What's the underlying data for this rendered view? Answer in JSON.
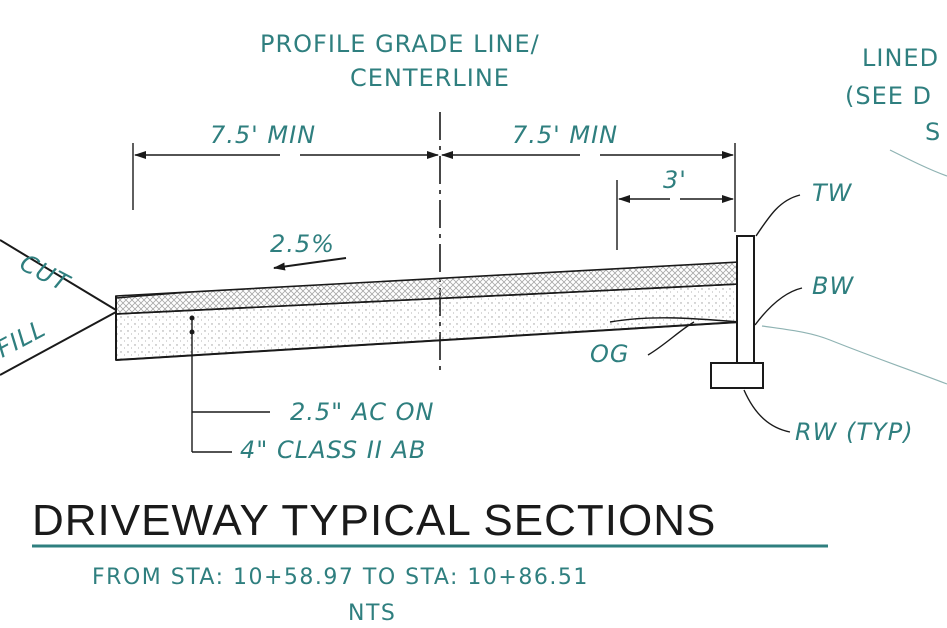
{
  "labels": {
    "pgl_line1": "PROFILE GRADE LINE/",
    "pgl_line2": "CENTERLINE",
    "lined_line1": "LINED",
    "lined_line2": "(SEE D",
    "lined_line3": "S",
    "dim_left": "7.5' MIN",
    "dim_right": "7.5' MIN",
    "dim_3ft": "3'",
    "slope": "2.5%",
    "cut": "CUT",
    "fill": "FILL",
    "tw": "TW",
    "bw": "BW",
    "og": "OG",
    "rw": "RW (TYP)",
    "pave_line1": "2.5\" AC ON",
    "pave_line2": "4\" CLASS II AB"
  },
  "title": "DRIVEWAY TYPICAL SECTIONS",
  "station": "FROM STA: 10+58.97 TO STA: 10+86.51",
  "scale": "NTS",
  "colors": {
    "annotation": "#2f7f7f",
    "linework": "#1a1a1a",
    "hatch": "#9a9a9a"
  }
}
